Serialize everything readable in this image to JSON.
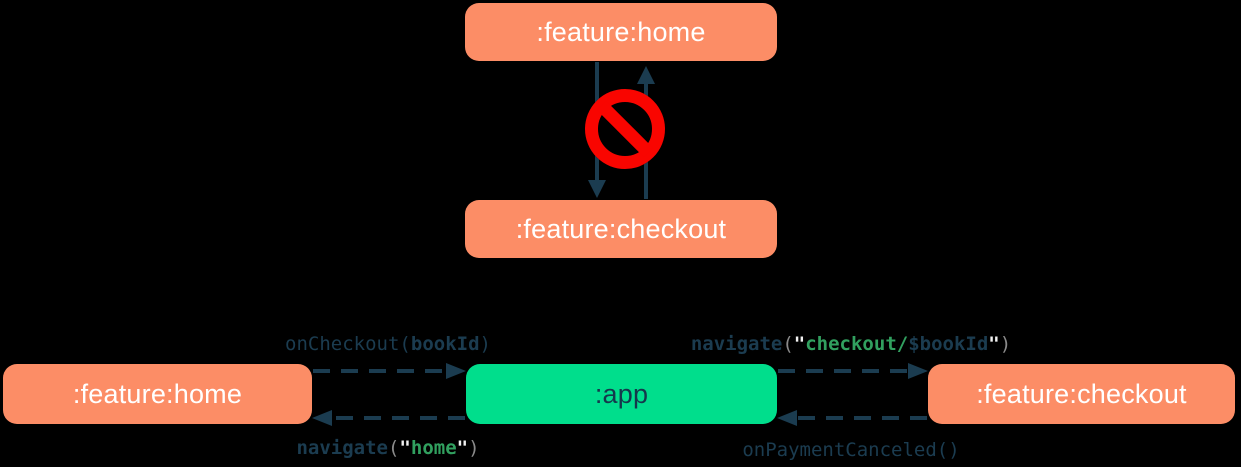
{
  "colors": {
    "background": "#000000",
    "feature_module_fill": "#FC8D66",
    "app_module_fill": "#00DE8C",
    "navy_text_and_arrows": "#1B3C50",
    "forbidden_red": "#F90500",
    "code_string_green": "#31A05F",
    "code_paren_gray": "#8A8A8A",
    "code_quote_white": "#F2F2F2",
    "feature_box_text": "#FFFFFF"
  },
  "top_diagram": {
    "home_box": ":feature:home",
    "checkout_box": ":feature:checkout",
    "forbidden_icon": "no-entry-icon"
  },
  "bottom_diagram": {
    "home_box": ":feature:home",
    "app_box": ":app",
    "checkout_box": ":feature:checkout",
    "on_checkout": {
      "fn": "onCheckout(",
      "arg": "bookId",
      "close": ")"
    },
    "navigate_home": {
      "fn": "navigate",
      "open": "(",
      "q1": "\"",
      "str": "home",
      "q2": "\"",
      "close": ")"
    },
    "navigate_checkout": {
      "fn": "navigate",
      "open": "(",
      "q1": "\"",
      "str": "checkout/",
      "var": "$bookId",
      "q2": "\"",
      "close": ")"
    },
    "on_payment_canceled": {
      "fn": "onPaymentCanceled()"
    }
  }
}
